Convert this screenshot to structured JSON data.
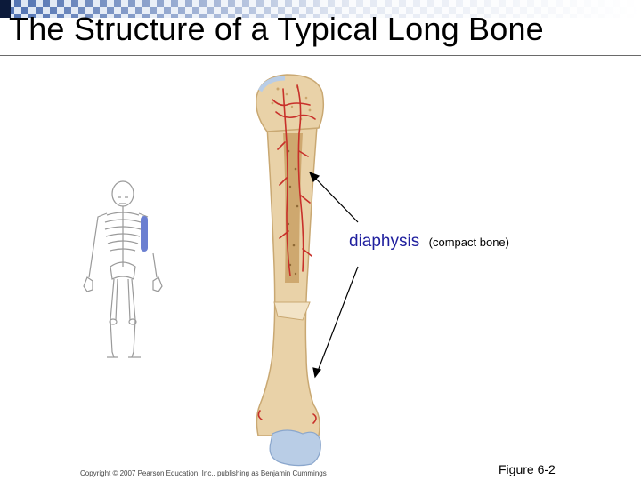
{
  "slide": {
    "title": "The Structure of a Typical Long Bone"
  },
  "figure": {
    "label_term": "diaphysis",
    "label_note": "(compact bone)",
    "copyright": "Copyright © 2007 Pearson Education, Inc., publishing as Benjamin Cummings",
    "figure_number": "Figure 6-2"
  },
  "colors": {
    "bone": "#e9d2a8",
    "bone_shade": "#c9a872",
    "marrow": "#c49a5c",
    "vessel": "#c8302a",
    "cartilage": "#b9cde6",
    "highlight_bone": "#6b7fd1",
    "label_blue": "#1f1f9e"
  }
}
